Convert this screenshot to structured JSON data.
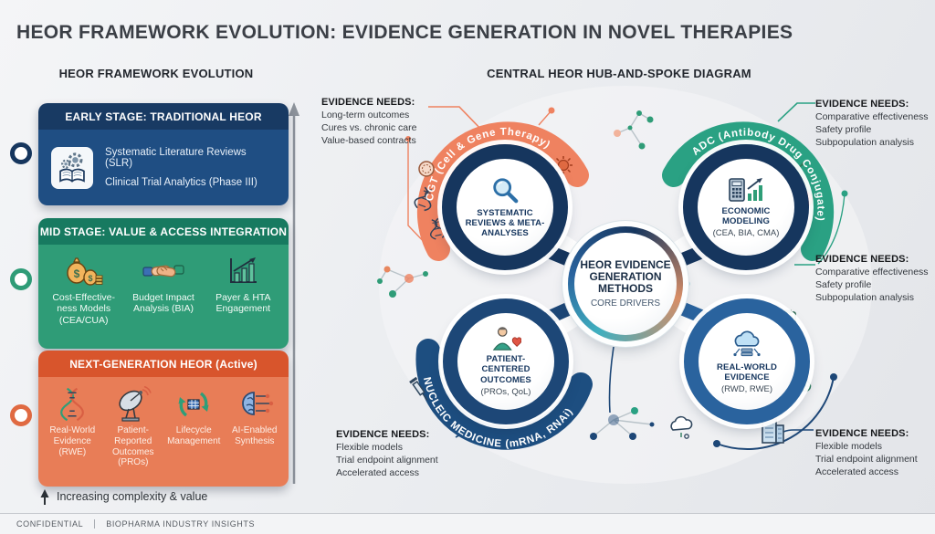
{
  "title": "HEOR FRAMEWORK EVOLUTION: EVIDENCE GENERATION IN NOVEL THERAPIES",
  "left_panel": {
    "heading": "HEOR FRAMEWORK EVOLUTION",
    "caption": "Increasing complexity & value",
    "stages": [
      {
        "header": "EARLY STAGE: TRADITIONAL HEOR",
        "icon": "book-gear-icon",
        "items": [
          "Systematic Literature Reviews (SLR)",
          "Clinical Trial Analytics (Phase III)"
        ]
      },
      {
        "header": "MID STAGE: VALUE & ACCESS INTEGRATION",
        "icons": [
          "money-bags-icon",
          "handshake-icon",
          "payer-chart-icon"
        ],
        "items": [
          "Cost-Effective-ness Models (CEA/CUA)",
          "Budget Impact Analysis (BIA)",
          "Payer & HTA Engagement"
        ]
      },
      {
        "header": "NEXT-GENERATION HEOR (Active)",
        "icons": [
          "dna-icon",
          "satellite-dish-icon",
          "lifecycle-icon",
          "ai-brain-icon"
        ],
        "items": [
          "Real-World Evidence (RWE)",
          "Patient-Reported Outcomes (PROs)",
          "Lifecycle Management",
          "AI-Enabled Synthesis"
        ]
      }
    ]
  },
  "hub_diagram": {
    "heading": "CENTRAL HEOR HUB-AND-SPOKE DIAGRAM",
    "hub": {
      "title": "HEOR EVIDENCE GENERATION METHODS",
      "subtitle": "CORE DRIVERS"
    },
    "spokes": [
      {
        "title": "SYSTEMATIC REVIEWS & META-ANALYSES",
        "subtitle": "",
        "icon": "magnifier-icon"
      },
      {
        "title": "ECONOMIC MODELING",
        "subtitle": "(CEA, BIA, CMA)",
        "icon": "calculator-chart-icon"
      },
      {
        "title": "PATIENT-CENTERED OUTCOMES",
        "subtitle": "(PROs, QoL)",
        "icon": "patient-heart-icon"
      },
      {
        "title": "REAL-WORLD EVIDENCE",
        "subtitle": "(RWD, RWE)",
        "icon": "cloud-data-icon"
      }
    ],
    "arcs": [
      {
        "label": "CGT (Cell & Gene Therapy)",
        "color": "#ef8260"
      },
      {
        "label": "ADC (Antibody Drug Conjugate)",
        "color": "#2aa183"
      },
      {
        "label": "NUCLEIC MEDICINE (mRNA, RNAi)",
        "color": "#1d4e80"
      }
    ],
    "evidence_needs": [
      {
        "heading": "EVIDENCE NEEDS:",
        "items": [
          "Long-term outcomes",
          "Cures vs. chronic care",
          "Value-based contracts"
        ]
      },
      {
        "heading": "EVIDENCE NEEDS:",
        "items": [
          "Comparative effectiveness",
          "Safety profile",
          "Subpopulation analysis"
        ]
      },
      {
        "heading": "EVIDENCE NEEDS:",
        "items": [
          "Comparative effectiveness",
          "Safety profile",
          "Subpopulation analysis"
        ]
      },
      {
        "heading": "EVIDENCE NEEDS:",
        "items": [
          "Flexible models",
          "Trial endpoint alignment",
          "Accelerated access"
        ]
      },
      {
        "heading": "EVIDENCE NEEDS:",
        "items": [
          "Flexible models",
          "Trial endpoint alignment",
          "Accelerated access"
        ]
      }
    ]
  },
  "footer": {
    "classification": "CONFIDENTIAL",
    "source": "BIOPHARMA INDUSTRY INSIGHTS"
  },
  "colors": {
    "navy": "#16365e",
    "navy_mid": "#1f4e83",
    "blue_ring": "#2a639e",
    "green": "#2f9c77",
    "green_dark": "#177a60",
    "orange": "#e87d57",
    "orange_dark": "#d8552c",
    "teal": "#3fafbf",
    "background": "#edeef1"
  }
}
